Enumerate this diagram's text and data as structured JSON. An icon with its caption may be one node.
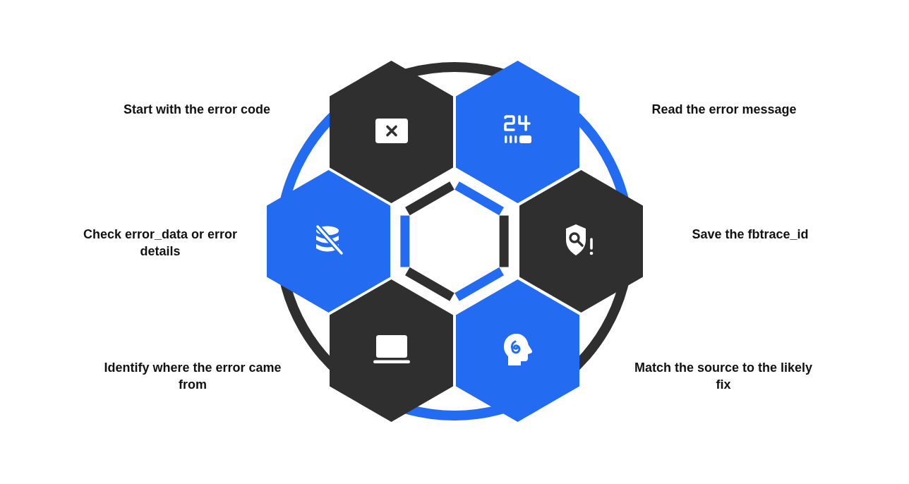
{
  "diagram": {
    "nodes": [
      {
        "text": [],
        "shape": "hexagon"
      },
      {
        "text": [],
        "shape": "hexagon"
      },
      {
        "text": [],
        "shape": "hexagon"
      },
      {
        "text": [],
        "shape": "hexagon"
      },
      {
        "text": [],
        "shape": "hexagon"
      },
      {
        "text": [],
        "shape": "hexagon"
      }
    ],
    "labels": [
      "Start with the error code",
      "Read the error message",
      "Check error_data or error details",
      "Save the fbtrace_id",
      "Identify where the error came from",
      "Match the source to the likely fix"
    ]
  }
}
